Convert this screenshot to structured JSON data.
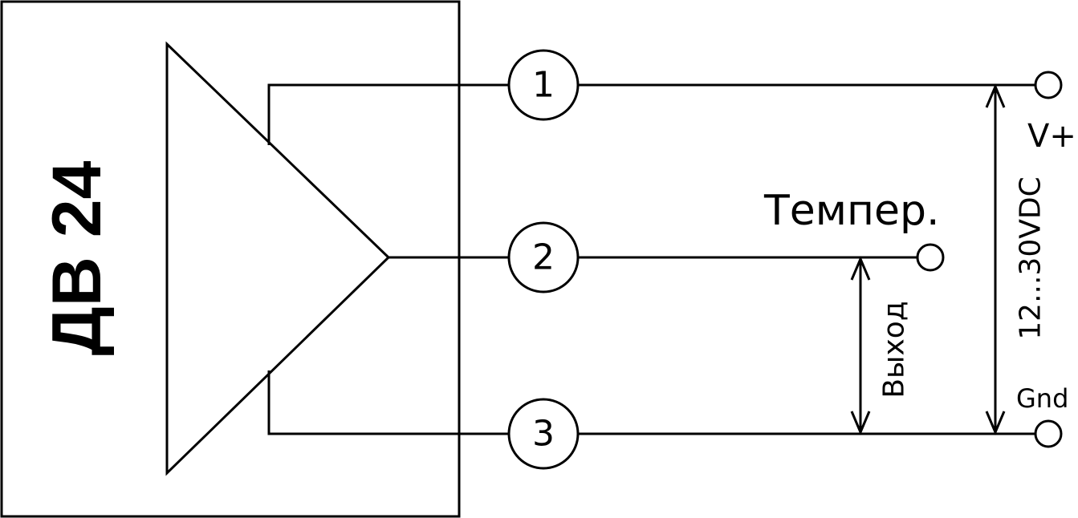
{
  "device": {
    "name": "ДВ 24"
  },
  "pins": [
    {
      "number": "1"
    },
    {
      "number": "2"
    },
    {
      "number": "3"
    }
  ],
  "signals": {
    "temperature_label": "Темпер.",
    "output_label": "Выход",
    "supply_label": "12...30VDC",
    "vplus_label": "V+",
    "gnd_label": "Gnd"
  }
}
